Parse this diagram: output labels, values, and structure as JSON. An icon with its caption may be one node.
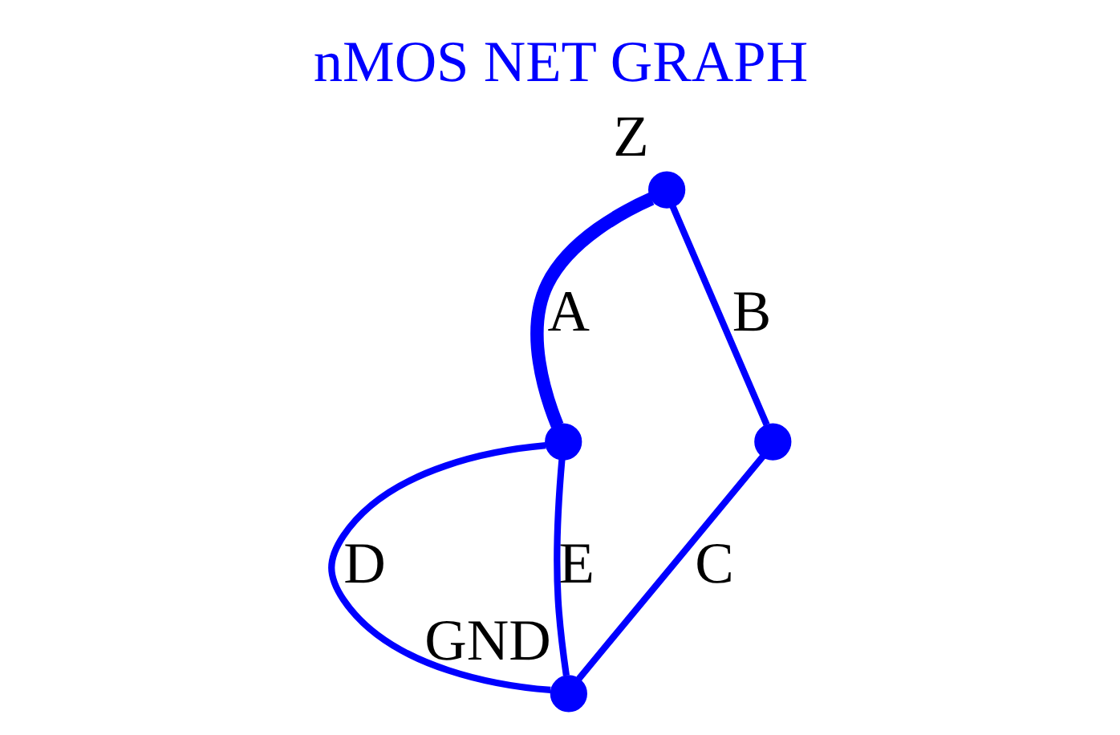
{
  "diagram": {
    "title": "nMOS NET GRAPH",
    "nodes": [
      {
        "text": [
          "Z"
        ]
      },
      {
        "text": [],
        "shape": "circle"
      },
      {
        "text": [],
        "shape": "circle"
      },
      {
        "text": [
          "GND"
        ]
      }
    ],
    "edges": [
      {
        "from": 0,
        "to": 1,
        "arrow": "none",
        "label": "A",
        "style": "thick"
      },
      {
        "from": 0,
        "to": 2,
        "arrow": "none",
        "label": "B"
      },
      {
        "from": 2,
        "to": 3,
        "arrow": "none",
        "label": "C"
      },
      {
        "from": 1,
        "to": 3,
        "arrow": "none",
        "label": "D"
      },
      {
        "from": 1,
        "to": 3,
        "arrow": "none",
        "label": "E"
      }
    ]
  }
}
